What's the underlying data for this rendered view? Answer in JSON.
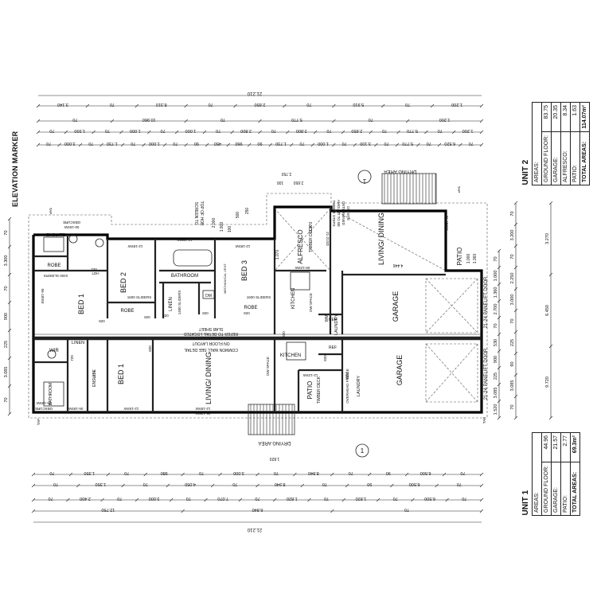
{
  "title": "ELEVATION MARKER",
  "unit2": {
    "heading": "UNIT 2",
    "subheading": "AREAS:",
    "rows": [
      {
        "label": "GROUND FLOOR:",
        "value": "83.75"
      },
      {
        "label": "GARAGE:",
        "value": "20.35"
      },
      {
        "label": "ALFRESCO:",
        "value": "8.34"
      },
      {
        "label": "PATIO:",
        "value": "1.63"
      },
      {
        "label": "TOTAL AREAS:",
        "value": "114.07m²"
      }
    ]
  },
  "unit1": {
    "heading": "UNIT 1",
    "subheading": "AREAS:",
    "rows": [
      {
        "label": "GROUND FLOOR:",
        "value": "44.96"
      },
      {
        "label": "GARAGE:",
        "value": "21.57"
      },
      {
        "label": "PATIO:",
        "value": "2.77"
      },
      {
        "label": "TOTAL AREAS:",
        "value": "69.3m²"
      }
    ]
  },
  "top_dims": {
    "overall": "21.210",
    "row1": [
      "3.140",
      "70",
      "8.310",
      "70",
      "2.650",
      "70",
      "5.910",
      "70",
      "1.200"
    ],
    "row2": [
      "70",
      "10.960",
      "70",
      "5.770",
      "70",
      "1.200"
    ],
    "row3": [
      "70",
      "1.930",
      "70",
      "1.000",
      "70",
      "1.000",
      "70",
      "2.800",
      "70",
      "2.800",
      "70",
      "2.650",
      "70",
      "5.770",
      "70",
      "1.200"
    ],
    "row4": [
      "70",
      "3.000",
      "70",
      "1.730",
      "70",
      "1.000",
      "70",
      "90",
      "450",
      "960",
      "90",
      "1.730",
      "70",
      "1.000",
      "70",
      "3.100",
      "70",
      "5.770",
      "70",
      "6.520",
      "70"
    ]
  },
  "bottom_dims": {
    "overall": "21.210",
    "row1": [
      "70",
      "1.350",
      "70",
      "980",
      "70",
      "3.000",
      "70",
      "8.840",
      "70",
      "90",
      "6.500",
      "70"
    ],
    "row2": [
      "70",
      "1.350",
      "70",
      "4.050",
      "70",
      "8.940",
      "70",
      "90",
      "6.500",
      "70"
    ],
    "row3": [
      "70",
      "2.400",
      "70",
      "3.000",
      "70",
      "7.070",
      "70",
      "1.820",
      "70",
      "1.820",
      "70",
      "6.500",
      "70"
    ],
    "row4": [
      "12.750",
      "6.840",
      "70"
    ]
  },
  "left_dims": [
    "70",
    "3.300",
    "70",
    "900",
    "225",
    "3.085",
    "70"
  ],
  "right_dims": {
    "col1": [
      "70",
      "1.000",
      "1.360",
      "2.700",
      "70",
      "530",
      "900",
      "225",
      "3.085",
      "1.520"
    ],
    "col2": [
      "70",
      "3.200",
      "70",
      "2.250",
      "3.000",
      "70",
      "225",
      "90",
      "3.085",
      "70"
    ],
    "col3": [
      "3.270",
      "6.450",
      "9.720"
    ]
  },
  "rooms": {
    "bed1_top": "BED 1",
    "bed2": "BED 2",
    "bed3": "BED 3",
    "bathroom": "BATHROOM",
    "ensuite": "ENSUITE",
    "robe": "ROBE",
    "linen": "LINEN",
    "alfresco": "ALFRESCO",
    "alfresco_sub": "TIMBER DECK",
    "living_dining_top": "LIVING/ DINING",
    "kitchen_top": "KITCHEN",
    "garage_top": "GARAGE",
    "laundry_top": "LAUNDRY",
    "patio_top": "PATIO",
    "bed1_bottom": "BED 1",
    "living_dining_bottom": "LIVING/ DINING",
    "kitchen_bottom": "KITCHEN",
    "garage_bottom": "GARAGE",
    "laundry_bottom": "LAUNDRY",
    "patio_bottom": "PATIO",
    "patio_bottom_sub": "TIMBER DECK",
    "wir": "WIR",
    "bathroom_bottom": "BATHROOM",
    "linen_bottom": "LINEN",
    "ensuite_small": "ENSUITE"
  },
  "labels": {
    "drying_area_top": "DRYING AREA",
    "drying_area_bottom": "DRYING AREA",
    "paneliift_top": "21-24 PANELIFT DOOR",
    "paneliift_bottom": "21-24 PANELIFT DOOR",
    "common_wall_1": "COMMON WALL SEE DETAIL",
    "common_wall_2": "ON FLOOR LAYOUT",
    "slab_sheet_1": "REFER TO DETAIL LOCATED",
    "slab_sheet_2": "SLAB SHEET",
    "screen_1": "SCREEN TO",
    "screen_2": "TOP OF HOB",
    "sliders_1600": "1600 SLIDERS",
    "sliders_2400": "2400 SLIDERS",
    "sliders_1400": "1400 SLIDERS",
    "tmb_steps_1": "TIMBER STEPS",
    "tmb_steps_2": "AMOUNT TO BE",
    "tmb_steps_3": "DETERMINED",
    "tmb_steps_4": "ON SITE",
    "mech_vent": "MECHANICAL VENT",
    "dw_space": "DW SPACE",
    "overhead_fridge": "OVERHEAD FRIDGE",
    "ref": "REF",
    "wm": "WM",
    "tap": "TAP",
    "linen_ldh": "LDH",
    "dm": "DM",
    "door_820": "820",
    "door_720": "720",
    "w_1218sw": "12-18SW",
    "w_1215sw": "12-15SW",
    "w_0618sw": "06-18SW",
    "w_0615sw": "06-15SW",
    "w_1212sw": "12-12SW",
    "w_2115sw": "21-15SW",
    "w_1215sw_b": "12-15SW",
    "w_0912sw": "09-12SW",
    "w_1218sw_b": "12-18SW",
    "w_1215sw_c": "12-15SW",
    "w_1218sw_c": "12-18SW",
    "w_2121sd": "21-21SD",
    "w_0618sw_b": "06-18SW",
    "w_0618sw_c": "06-18SW",
    "obscure": "OBSCURE",
    "w_0615sw_top": "06-15SW",
    "w_0612sw": "06-12SW",
    "marker_1": "1"
  },
  "small_dims": {
    "alf_2750": "2.750",
    "alf_2650": "2.650",
    "alf_100": "100",
    "alf_3070": "3.070",
    "alf_1070": "1.070",
    "scr_2000": "2.000",
    "scr_1900": "1.900",
    "scr_100": "100",
    "scr_500": "500",
    "scr_250": "250",
    "liv_4446": "4.446",
    "pat_1000": "1.000",
    "pat_1360": "1.360",
    "bot_1820": "1.820"
  },
  "colors": {
    "wall": "#000000",
    "line": "#222222",
    "dash": "#555555",
    "hatch": "#333333"
  }
}
